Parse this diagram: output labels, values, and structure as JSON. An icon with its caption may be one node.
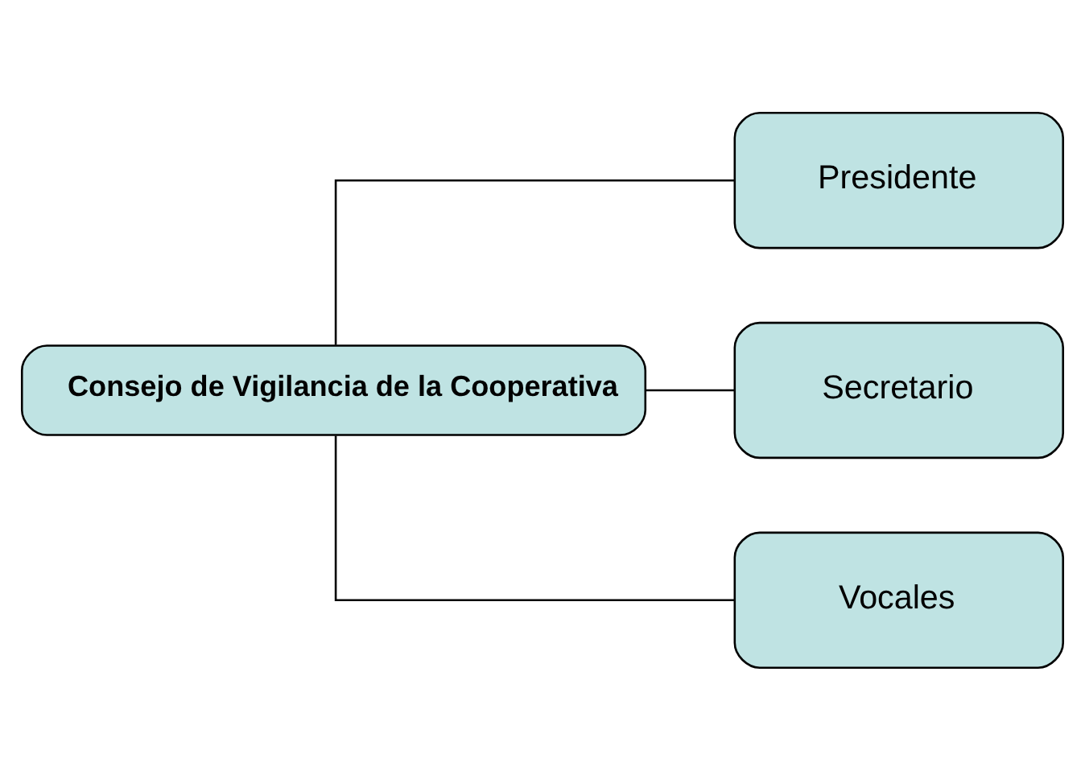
{
  "diagram": {
    "nodes": [
      {
        "text": [
          "Consejo de Vigilancia de la Cooperativa"
        ]
      },
      {
        "text": [
          "Presidente"
        ]
      },
      {
        "text": [
          "Secretario"
        ]
      },
      {
        "text": [
          "Vocales"
        ]
      }
    ],
    "edges": [
      {
        "from": 0,
        "to": 1,
        "arrow": "none"
      },
      {
        "from": 0,
        "to": 2,
        "arrow": "none"
      },
      {
        "from": 0,
        "to": 3,
        "arrow": "none"
      }
    ]
  }
}
